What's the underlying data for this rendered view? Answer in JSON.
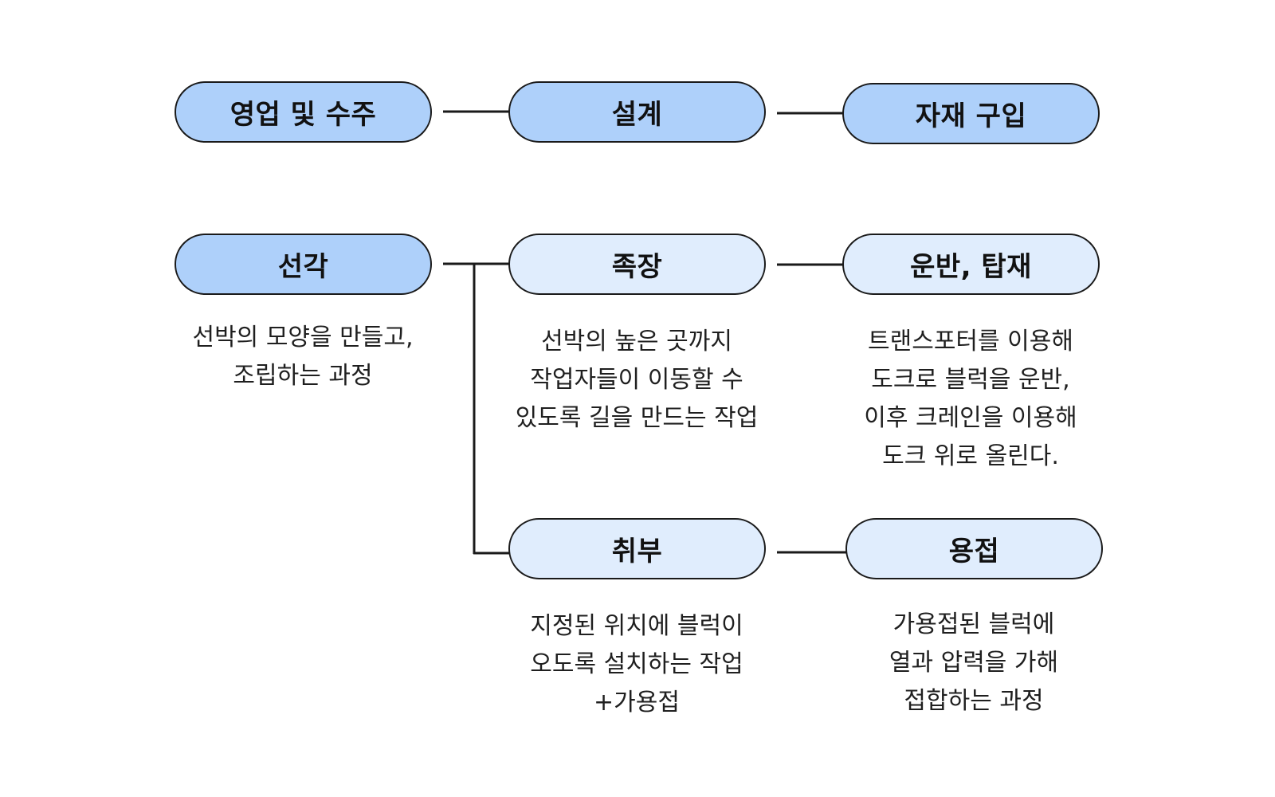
{
  "colors": {
    "primary_fill": "#aed0fa",
    "secondary_fill": "#e0edfd",
    "outline": "#1a1a1a"
  },
  "nodes": {
    "sales": {
      "label": "영업 및 수주"
    },
    "design": {
      "label": "설계"
    },
    "purchase": {
      "label": "자재 구입"
    },
    "cutting": {
      "label": "선각",
      "description": "선박의 모양을 만들고,\n조립하는 과정"
    },
    "scaffold": {
      "label": "족장",
      "description": "선박의 높은 곳까지\n작업자들이 이동할 수\n있도록 길을 만드는 작업"
    },
    "transport": {
      "label": "운반, 탑재",
      "description": "트랜스포터를 이용해\n도크로 블럭을 운반,\n이후 크레인을 이용해\n도크 위로 올린다."
    },
    "fitting": {
      "label": "취부",
      "description": "지정된 위치에 블럭이\n오도록 설치하는 작업\n+가용접"
    },
    "welding": {
      "label": "용접",
      "description": "가용접된 블럭에\n열과 압력을 가해\n접합하는 과정"
    }
  }
}
